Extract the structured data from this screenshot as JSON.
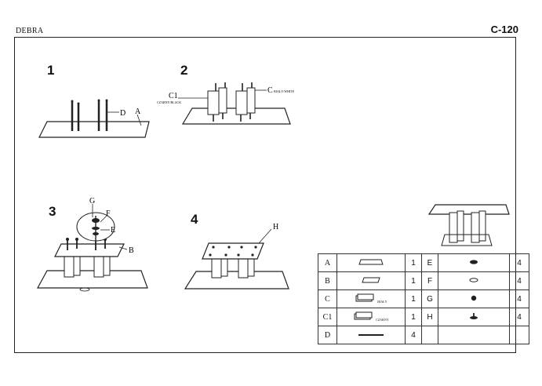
{
  "header": {
    "model": "DEBRA",
    "code": "C-120"
  },
  "steps": [
    {
      "number": "1",
      "labels": [
        "D",
        "A"
      ]
    },
    {
      "number": "2",
      "labels": [
        "C1",
        "C"
      ],
      "sublabels": [
        "CZARNY/BLACK",
        "BIAŁY/WHITE"
      ]
    },
    {
      "number": "3",
      "labels": [
        "G",
        "F",
        "E",
        "B"
      ]
    },
    {
      "number": "4",
      "labels": [
        "H"
      ]
    }
  ],
  "parts_table": {
    "rows": [
      {
        "part": "A",
        "qty": "1",
        "part2": "E",
        "qty2": "4"
      },
      {
        "part": "B",
        "qty": "1",
        "part2": "F",
        "qty2": "4"
      },
      {
        "part": "C",
        "qty": "1",
        "part2": "G",
        "qty2": "4",
        "note": "BIAŁY"
      },
      {
        "part": "C1",
        "qty": "1",
        "part2": "H",
        "qty2": "4",
        "note": "CZARNY"
      },
      {
        "part": "D",
        "qty": "4",
        "part2": "",
        "qty2": ""
      }
    ]
  }
}
